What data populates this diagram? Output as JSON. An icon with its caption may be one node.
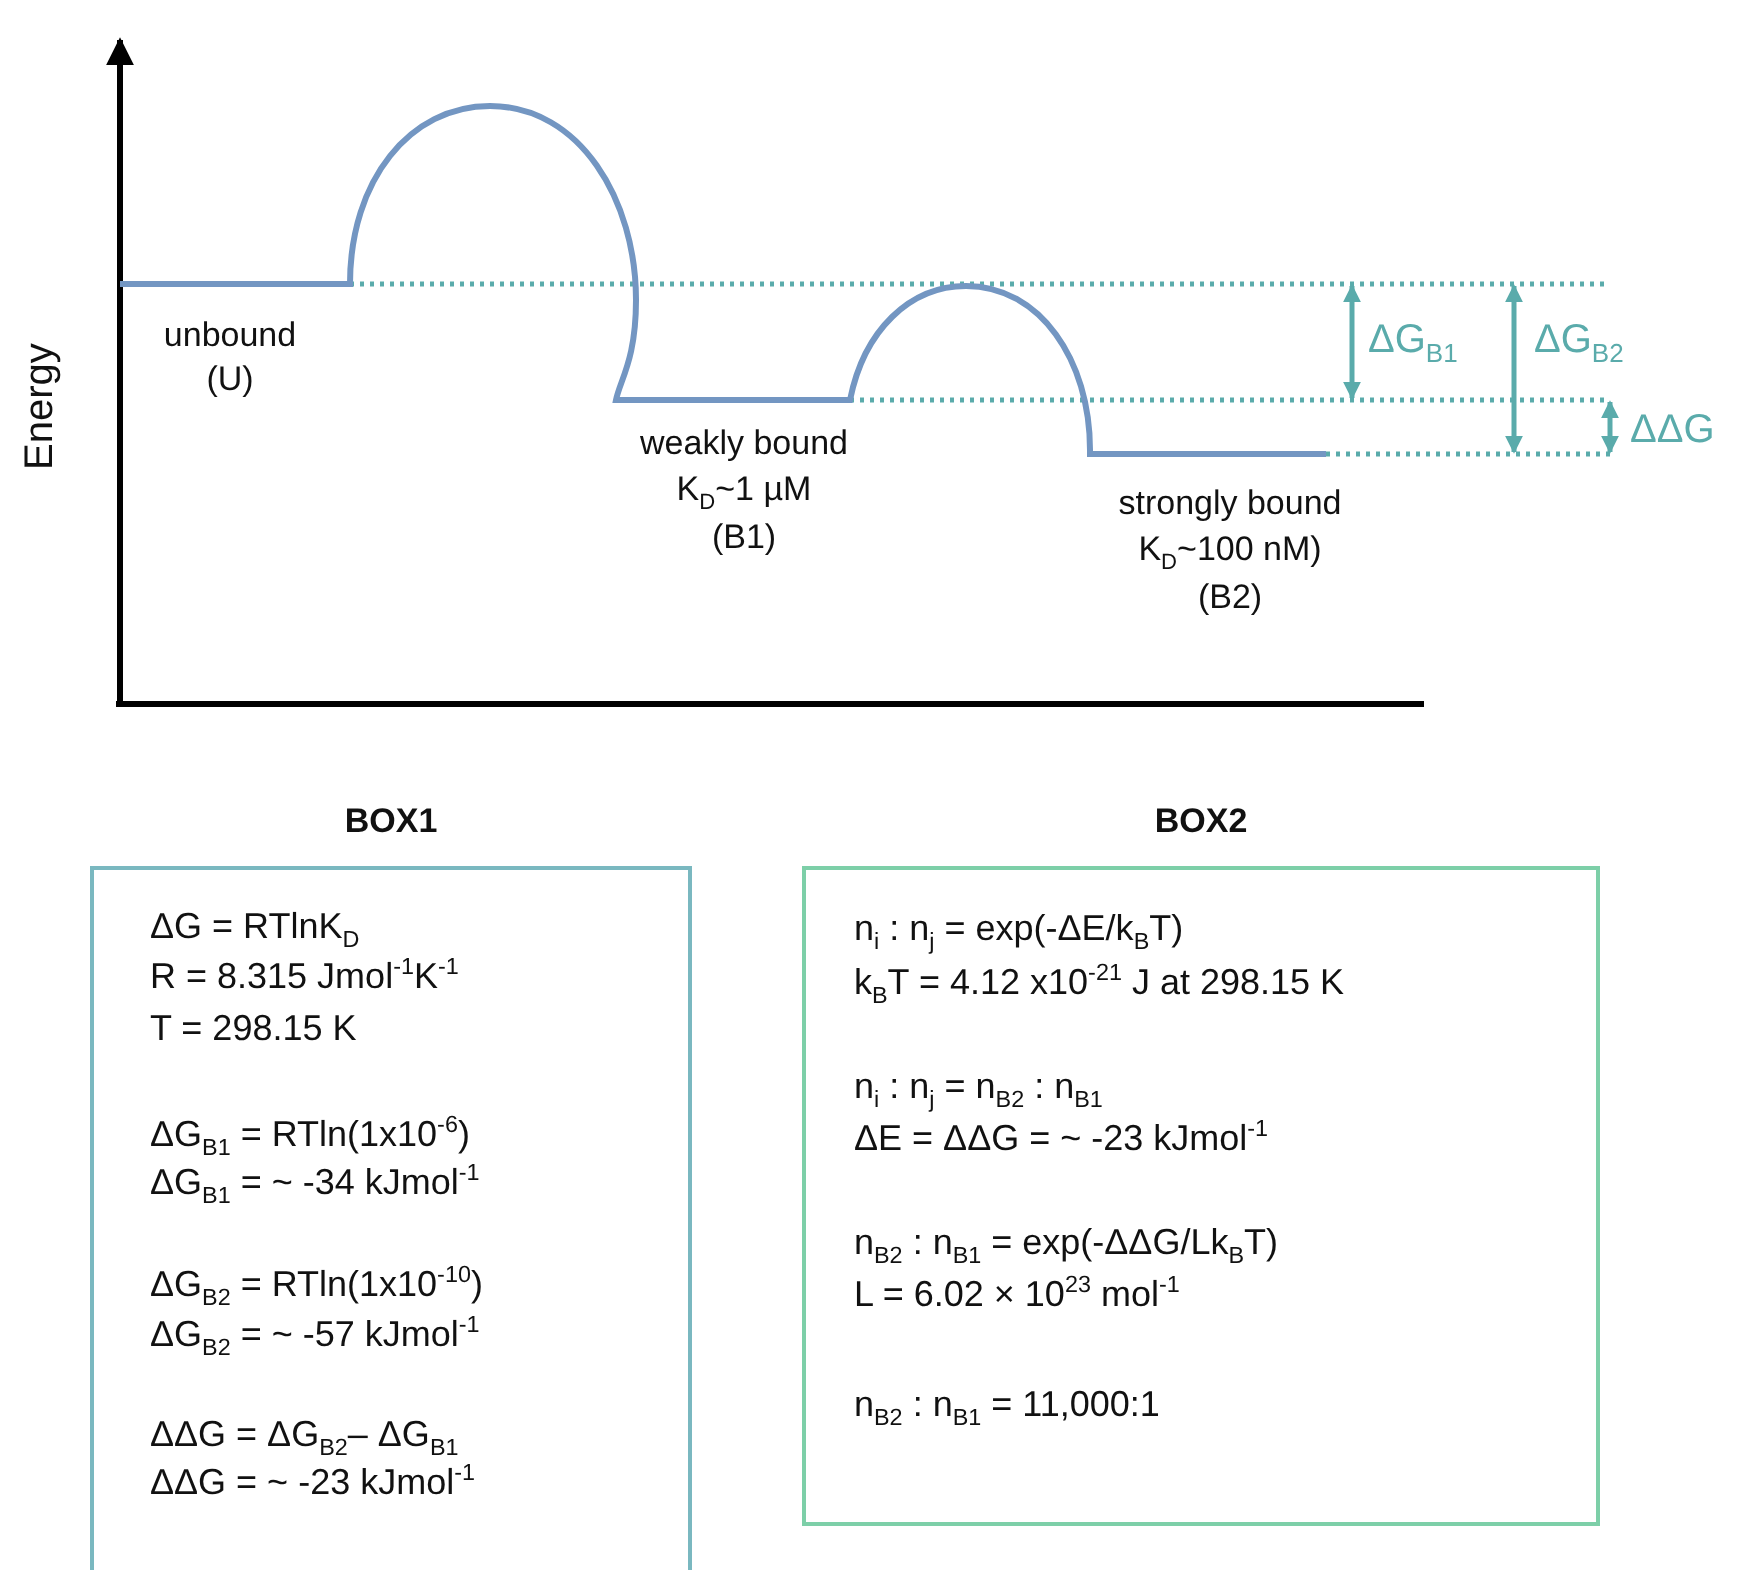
{
  "diagram": {
    "nodes": [
      {
        "text": [
          "BOX1",
          "ΔG = RTlnK$_{D}$",
          "R = 8.315 Jmol$^{-1}$K$^{-1}$",
          "T = 298.15 K",
          "ΔG$_{B1}$ = RTln(1x10$^{-6}$)",
          "ΔG$_{B1}$ = ~ -34 kJmol$^{-1}$",
          "ΔG$_{B2}$ = RTln(1x10$^{-10}$)",
          "ΔG$_{B2}$ = ~ -57 kJmol$^{-1}$",
          "ΔΔG = ΔG$_{B2}$– ΔG$_{B1}$",
          "ΔΔG = ~ -23 kJmol$^{-1}$"
        ]
      },
      {
        "text": [
          "BOX2",
          "n$_{i}$ : n$_{j}$ = exp(-ΔE/k$_{B}$T)",
          "k$_{B}$T =  4.12 x10$^{-21}$ J at 298.15 K",
          "n$_{i}$ : n$_{j}$ = n$_{B2}$ : n$_{B1}$",
          "ΔE = ΔΔG = ~ -23 kJmol$^{-1}$",
          "n$_{B2}$ : n$_{B1}$ = exp(-ΔΔG/Lk$_{B}$T)",
          "L = 6.02 × 10$^{23}$ mol$^{-1}$",
          "n$_{B2}$ : n$_{B1}$ = 11,000:1"
        ]
      }
    ],
    "labels": [
      "Energy",
      "unbound",
      "(U)",
      "weakly bound",
      "K$_{D}$~1 µM",
      "(B1)",
      "strongly bound",
      "K$_{D}$~100 nM)",
      "(B2)",
      "ΔG$_{B1}$",
      "ΔG$_{B2}$",
      "ΔΔG"
    ]
  }
}
